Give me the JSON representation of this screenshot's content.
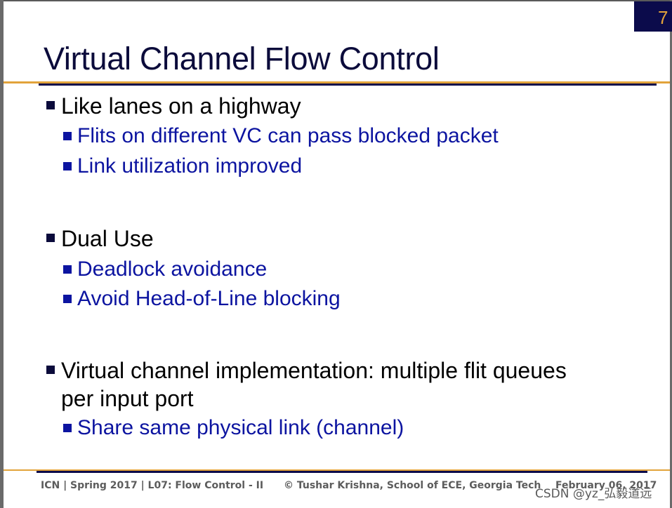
{
  "slide": {
    "page_number": "7",
    "title": "Virtual Channel Flow Control"
  },
  "bullets": [
    {
      "text": "Like lanes on a highway",
      "sub": [
        "Flits on different VC can pass blocked packet",
        "Link utilization improved"
      ]
    },
    {
      "text": "Dual Use",
      "sub": [
        "Deadlock avoidance",
        "Avoid Head-of-Line blocking"
      ]
    },
    {
      "text_line1": "Virtual channel implementation: multiple flit queues",
      "text_line2": "per input port",
      "sub": [
        "Share same physical link (channel)"
      ]
    }
  ],
  "footer": {
    "course": "ICN | Spring 2017 | L07: Flow Control - II",
    "copyright": "© Tushar Krishna, School of ECE, Georgia Tech",
    "date": "February 06, 2017"
  },
  "watermark": "CSDN @yz_弘毅道远",
  "colors": {
    "navy": "#0b0b4b",
    "gold": "#e2a33a",
    "sub_bullet_blue": "#0c14a0"
  }
}
